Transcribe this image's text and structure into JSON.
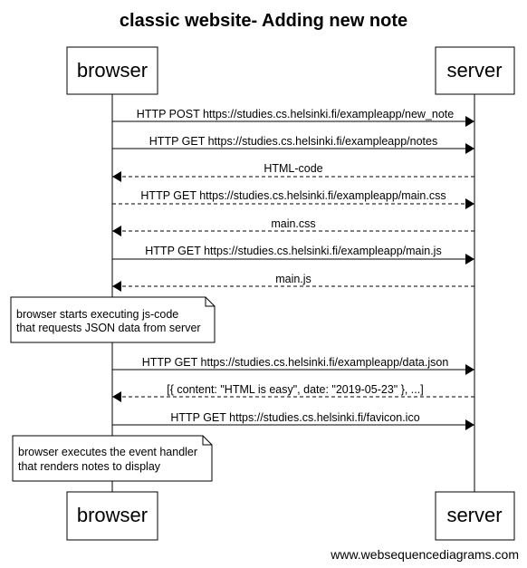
{
  "title": "classic website- Adding new note",
  "participants": {
    "browser": "browser",
    "server": "server"
  },
  "messages": [
    {
      "label": "HTTP POST https://studies.cs.helsinki.fi/exampleapp/new_note",
      "from": "browser",
      "to": "server",
      "style": "solid"
    },
    {
      "label": "HTTP GET https://studies.cs.helsinki.fi/exampleapp/notes",
      "from": "browser",
      "to": "server",
      "style": "solid"
    },
    {
      "label": "HTML-code",
      "from": "server",
      "to": "browser",
      "style": "dashed"
    },
    {
      "label": "HTTP GET https://studies.cs.helsinki.fi/exampleapp/main.css",
      "from": "browser",
      "to": "server",
      "style": "dashed"
    },
    {
      "label": "main.css",
      "from": "server",
      "to": "browser",
      "style": "dashed"
    },
    {
      "label": "HTTP GET https://studies.cs.helsinki.fi/exampleapp/main.js",
      "from": "browser",
      "to": "server",
      "style": "solid"
    },
    {
      "label": "main.js",
      "from": "server",
      "to": "browser",
      "style": "dashed"
    },
    {
      "label": "HTTP GET https://studies.cs.helsinki.fi/exampleapp/data.json",
      "from": "browser",
      "to": "server",
      "style": "solid"
    },
    {
      "label": "[{ content: \"HTML is easy\", date: \"2019-05-23\" }, ...]",
      "from": "server",
      "to": "browser",
      "style": "dashed"
    },
    {
      "label": "HTTP GET https://studies.cs.helsinki.fi/favicon.ico",
      "from": "browser",
      "to": "server",
      "style": "solid"
    }
  ],
  "notes": [
    {
      "lines": [
        "browser starts executing js-code",
        "that requests JSON data from server"
      ]
    },
    {
      "lines": [
        "browser executes the event handler",
        "that renders notes to display"
      ]
    }
  ],
  "footer": "www.websequencediagrams.com"
}
